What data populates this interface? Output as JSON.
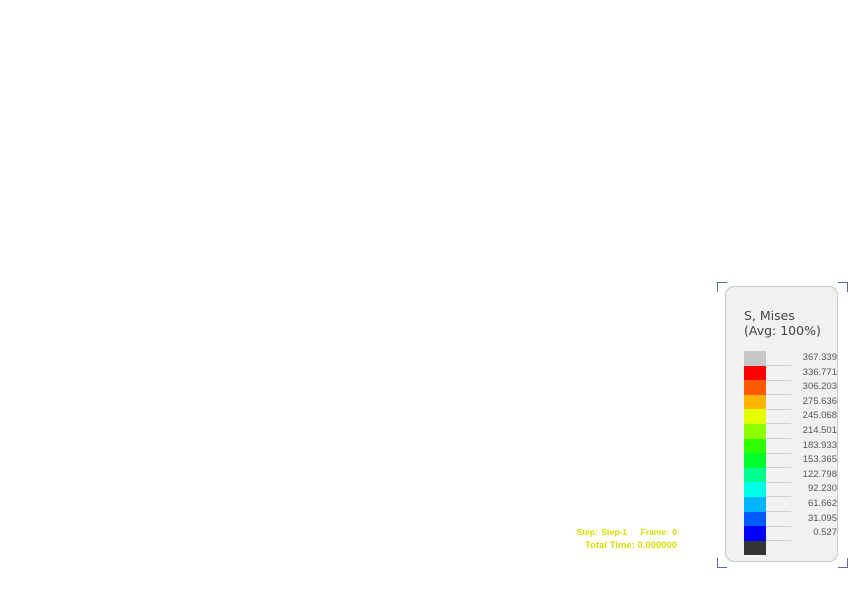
{
  "legend": {
    "title_line1": "S, Mises",
    "title_line2": "(Avg: 100%)",
    "entries": [
      {
        "value": "367.339",
        "color": "#c8c8c8"
      },
      {
        "value": "336.771",
        "color": "#ff0000"
      },
      {
        "value": "306.203",
        "color": "#ff5a00"
      },
      {
        "value": "275.636",
        "color": "#ffb400"
      },
      {
        "value": "245.068",
        "color": "#e6ff00"
      },
      {
        "value": "214.501",
        "color": "#8cff00"
      },
      {
        "value": "183.933",
        "color": "#2dff00"
      },
      {
        "value": "153.365",
        "color": "#00ff2d"
      },
      {
        "value": "122.798",
        "color": "#00ff8c"
      },
      {
        "value": "92.230",
        "color": "#00ffe6"
      },
      {
        "value": "61.662",
        "color": "#00b4ff"
      },
      {
        "value": "31.095",
        "color": "#005aff"
      },
      {
        "value": "0.527",
        "color": "#0000ff"
      },
      {
        "value": "",
        "color": "#333333"
      }
    ]
  },
  "status": {
    "step": "Step: Step-1    Frame: 0",
    "total_time": "Total Time: 0.000000"
  }
}
